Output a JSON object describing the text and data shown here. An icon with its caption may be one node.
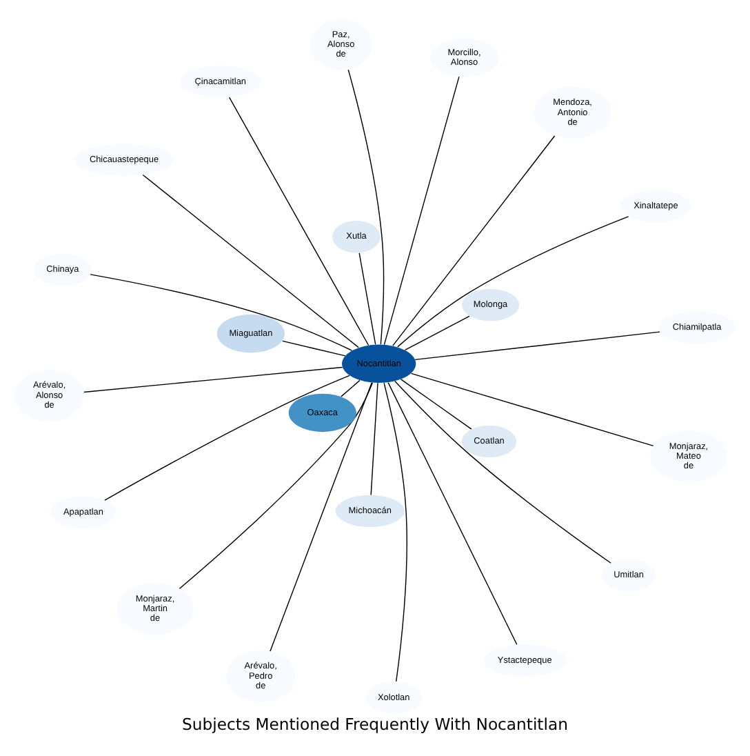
{
  "diagram": {
    "title": "Subjects Mentioned Frequently With Nocantitlan",
    "nodes": [
      {
        "text": [
          "Arévalo, Alonso de"
        ]
      },
      {
        "text": [
          "Monjaraz, Mateo de"
        ]
      },
      {
        "text": [
          "Xolotlan"
        ]
      },
      {
        "text": [
          "Çinacamitlan"
        ]
      },
      {
        "text": [
          "Chiamilpatla"
        ]
      },
      {
        "text": [
          "Xutla"
        ]
      },
      {
        "text": [
          "Monjaraz, Martin de"
        ]
      },
      {
        "text": [
          "Umitlan"
        ]
      },
      {
        "text": [
          "Arévalo, Pedro de"
        ]
      },
      {
        "text": [
          "Michoacán"
        ]
      },
      {
        "text": [
          "Oaxaca"
        ]
      },
      {
        "text": [
          "Nocantitlan"
        ]
      },
      {
        "text": [
          "Molonga"
        ]
      },
      {
        "text": [
          "Xinaltatepe"
        ]
      },
      {
        "text": [
          "Paz, Alonso de"
        ]
      },
      {
        "text": [
          "Ystactepeque"
        ]
      },
      {
        "text": [
          "Coatlan"
        ]
      },
      {
        "text": [
          "Miaguatlan"
        ]
      },
      {
        "text": [
          "Chinaya"
        ]
      },
      {
        "text": [
          "Chicauastepeque"
        ]
      },
      {
        "text": [
          "Morcillo, Alonso"
        ]
      },
      {
        "text": [
          "Apapatlan"
        ]
      },
      {
        "text": [
          "Mendoza, Antonio de"
        ]
      }
    ],
    "edges": [
      {
        "from": 11,
        "to": 0,
        "arrow": "none"
      },
      {
        "from": 11,
        "to": 1,
        "arrow": "none"
      },
      {
        "from": 11,
        "to": 2,
        "arrow": "none"
      },
      {
        "from": 11,
        "to": 3,
        "arrow": "none"
      },
      {
        "from": 11,
        "to": 4,
        "arrow": "none"
      },
      {
        "from": 11,
        "to": 5,
        "arrow": "none"
      },
      {
        "from": 11,
        "to": 6,
        "arrow": "none"
      },
      {
        "from": 11,
        "to": 7,
        "arrow": "none"
      },
      {
        "from": 11,
        "to": 8,
        "arrow": "none"
      },
      {
        "from": 11,
        "to": 9,
        "arrow": "none"
      },
      {
        "from": 11,
        "to": 10,
        "arrow": "none"
      },
      {
        "from": 11,
        "to": 12,
        "arrow": "none"
      },
      {
        "from": 11,
        "to": 13,
        "arrow": "none"
      },
      {
        "from": 11,
        "to": 14,
        "arrow": "none"
      },
      {
        "from": 11,
        "to": 15,
        "arrow": "none"
      },
      {
        "from": 11,
        "to": 16,
        "arrow": "none"
      },
      {
        "from": 11,
        "to": 17,
        "arrow": "none"
      },
      {
        "from": 11,
        "to": 18,
        "arrow": "none"
      },
      {
        "from": 11,
        "to": 19,
        "arrow": "none"
      },
      {
        "from": 11,
        "to": 20,
        "arrow": "none"
      },
      {
        "from": 11,
        "to": 21,
        "arrow": "none"
      },
      {
        "from": 11,
        "to": 22,
        "arrow": "none"
      }
    ]
  }
}
